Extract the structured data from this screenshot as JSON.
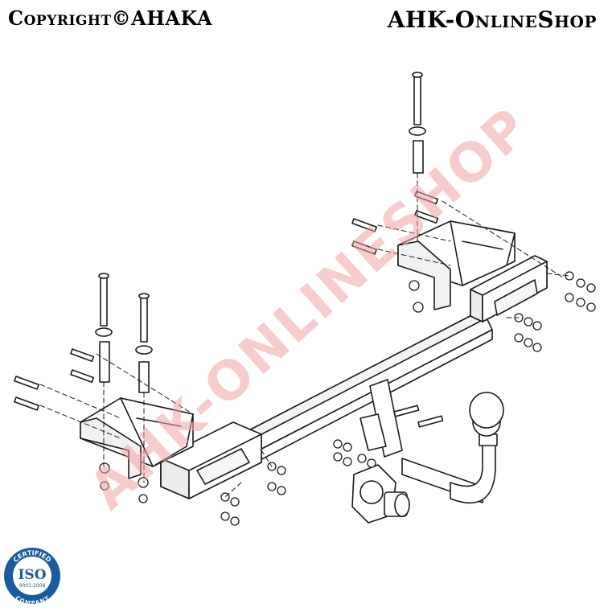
{
  "header": {
    "copyright": "Copyright©AHAKA",
    "shop": "AHK-OnlineShop"
  },
  "watermark": {
    "text": "AHK-ONLINESHOP",
    "color": "#f2a3a3"
  },
  "badge": {
    "top": "CERTIFIED",
    "main": "ISO",
    "standard": "9001:2008",
    "bottom": "COMPANY",
    "color": "#1a5aa0"
  },
  "colors": {
    "line": "#1a1a1a",
    "fill": "#ffffff"
  }
}
